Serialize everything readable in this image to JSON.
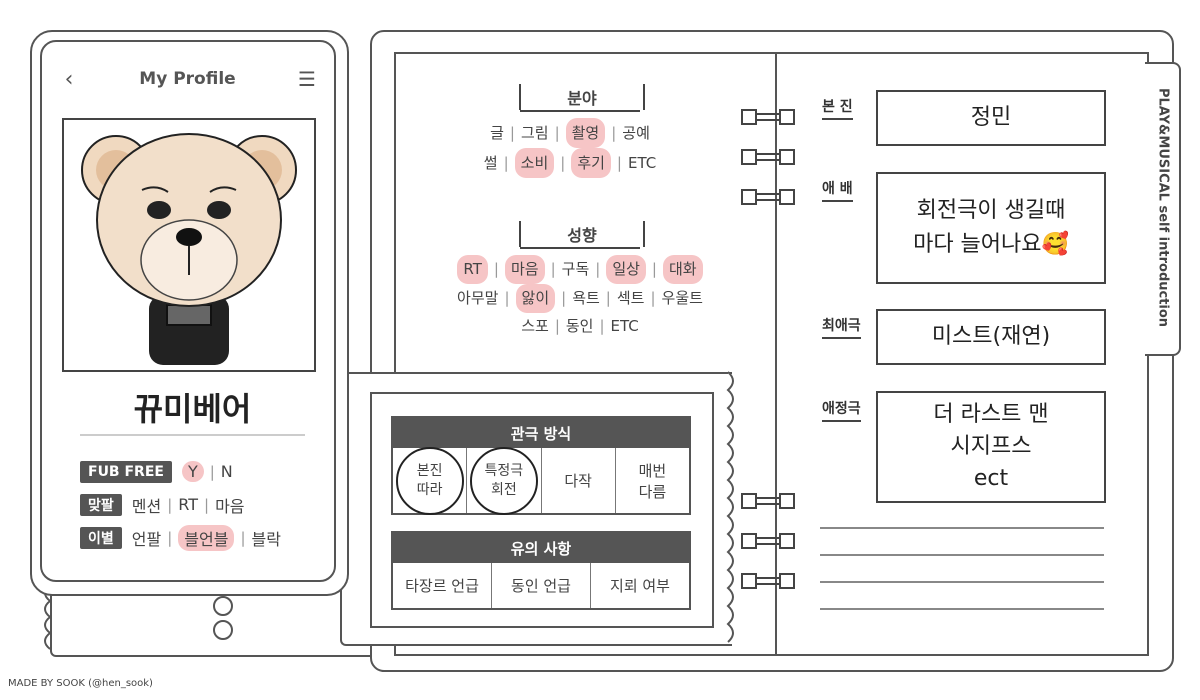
{
  "phone": {
    "title": "My Profile",
    "nickname": "뀨미베어",
    "rows": [
      {
        "tag": "FUB FREE",
        "options": [
          "Y",
          "N"
        ],
        "highlight": [
          0
        ]
      },
      {
        "tag": "맞팔",
        "options": [
          "멘션",
          "RT",
          "마음"
        ],
        "highlight": []
      },
      {
        "tag": "이별",
        "options": [
          "언팔",
          "블언블",
          "블락"
        ],
        "highlight": [
          1
        ]
      }
    ]
  },
  "field": {
    "label": "분야",
    "lines": [
      [
        {
          "t": "글",
          "h": false
        },
        {
          "t": "그림",
          "h": false
        },
        {
          "t": "촬영",
          "h": true
        },
        {
          "t": "공예",
          "h": false
        }
      ],
      [
        {
          "t": "썰",
          "h": false
        },
        {
          "t": "소비",
          "h": true
        },
        {
          "t": "후기",
          "h": true
        },
        {
          "t": "ETC",
          "h": false
        }
      ]
    ]
  },
  "tendency": {
    "label": "성향",
    "lines": [
      [
        {
          "t": "RT",
          "h": true
        },
        {
          "t": "마음",
          "h": true
        },
        {
          "t": "구독",
          "h": false
        },
        {
          "t": "일상",
          "h": true
        },
        {
          "t": "대화",
          "h": true
        }
      ],
      [
        {
          "t": "아무말",
          "h": false
        },
        {
          "t": "앓이",
          "h": true
        },
        {
          "t": "욕트",
          "h": false
        },
        {
          "t": "섹트",
          "h": false
        },
        {
          "t": "우울트",
          "h": false
        }
      ],
      [
        {
          "t": "스포",
          "h": false
        },
        {
          "t": "동인",
          "h": false
        },
        {
          "t": "ETC",
          "h": false
        }
      ]
    ]
  },
  "viewing": {
    "title": "관극 방식",
    "cells": [
      {
        "text": "본진\n따라",
        "circled": true
      },
      {
        "text": "특정극\n회전",
        "circled": true
      },
      {
        "text": "다작",
        "circled": false
      },
      {
        "text": "매번\n다름",
        "circled": false
      }
    ]
  },
  "caution": {
    "title": "유의 사항",
    "cells": [
      "타장르 언급",
      "동인 언급",
      "지뢰 여부"
    ]
  },
  "profile": {
    "side_tab": "PLAY&MUSICAL self introduction",
    "bonjin_label": "본 진",
    "bonjin_value": "정민",
    "aebae_label": "애 배",
    "aebae_line1": "회전극이 생길때",
    "aebae_line2": "마다 늘어나요🥰",
    "favorite_label": "최애극",
    "favorite_value": "미스트(재연)",
    "loved_label": "애정극",
    "loved_values": [
      "더 라스트 맨",
      "시지프스",
      "ect"
    ]
  },
  "credit": "MADE BY SOOK (@hen_sook)",
  "icons": {
    "back": "chevron-left-icon",
    "menu": "hamburger-icon"
  },
  "colors": {
    "highlight": "#f6c5c6",
    "dark": "#555555"
  }
}
